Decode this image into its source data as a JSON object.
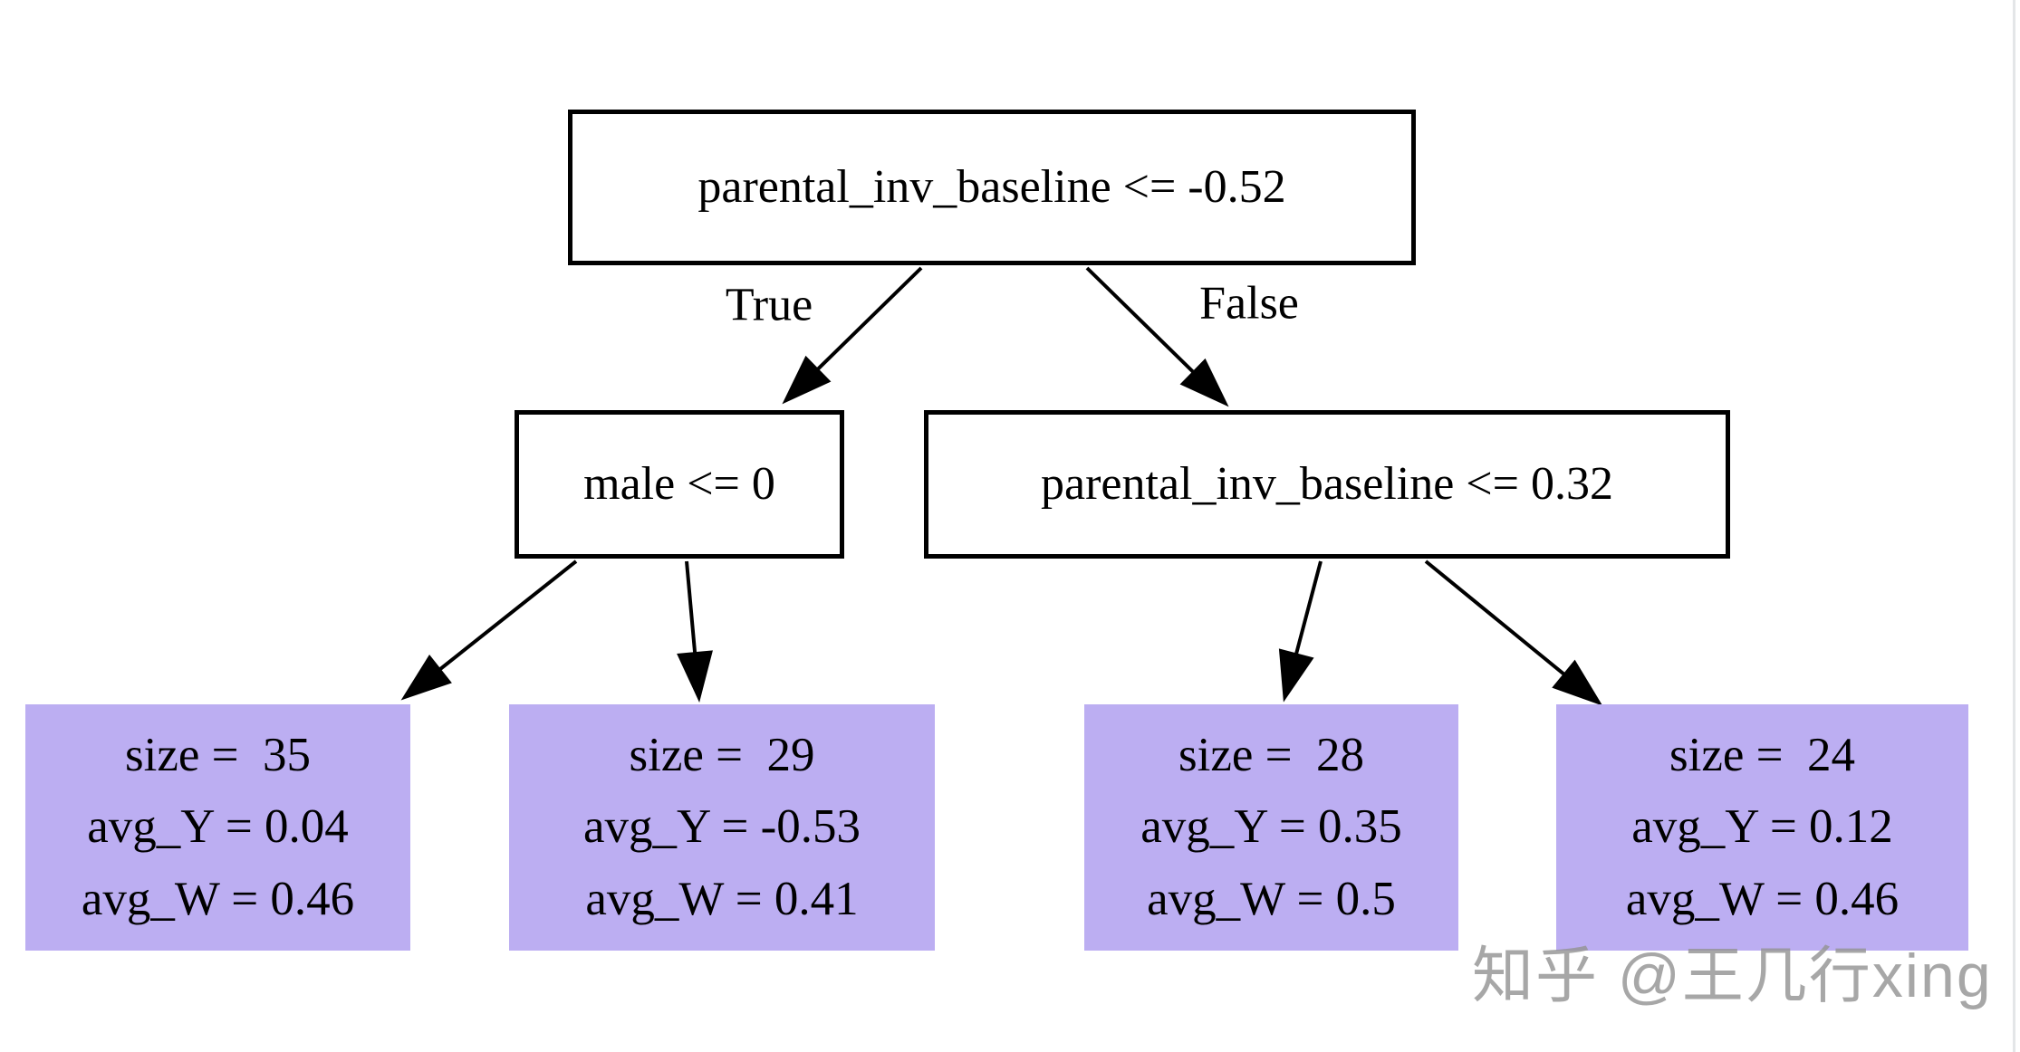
{
  "diagram": {
    "type": "decision-tree",
    "root_node": {
      "label": "parental_inv_baseline <= -0.52"
    },
    "edge_labels": {
      "true_branch": "True",
      "false_branch": "False"
    },
    "internal_nodes": [
      {
        "id": "left-child",
        "label": "male <= 0"
      },
      {
        "id": "right-child",
        "label": "parental_inv_baseline <= 0.32"
      }
    ],
    "leaves": [
      {
        "lines": [
          "size =  35",
          "avg_Y = 0.04",
          "avg_W = 0.46"
        ]
      },
      {
        "lines": [
          "size =  29",
          "avg_Y = -0.53",
          "avg_W = 0.41"
        ]
      },
      {
        "lines": [
          "size =  28",
          "avg_Y = 0.35",
          "avg_W = 0.5"
        ]
      },
      {
        "lines": [
          "size =  24",
          "avg_Y = 0.12",
          "avg_W = 0.46"
        ]
      }
    ],
    "colors": {
      "background": "#FFFFFF",
      "leaf_fill": "#BCAEF2",
      "node_border": "#000000",
      "edge": "#000000",
      "text": "#000000"
    }
  },
  "watermark": {
    "text": "知乎 @王几行xing",
    "color": "#949494"
  }
}
